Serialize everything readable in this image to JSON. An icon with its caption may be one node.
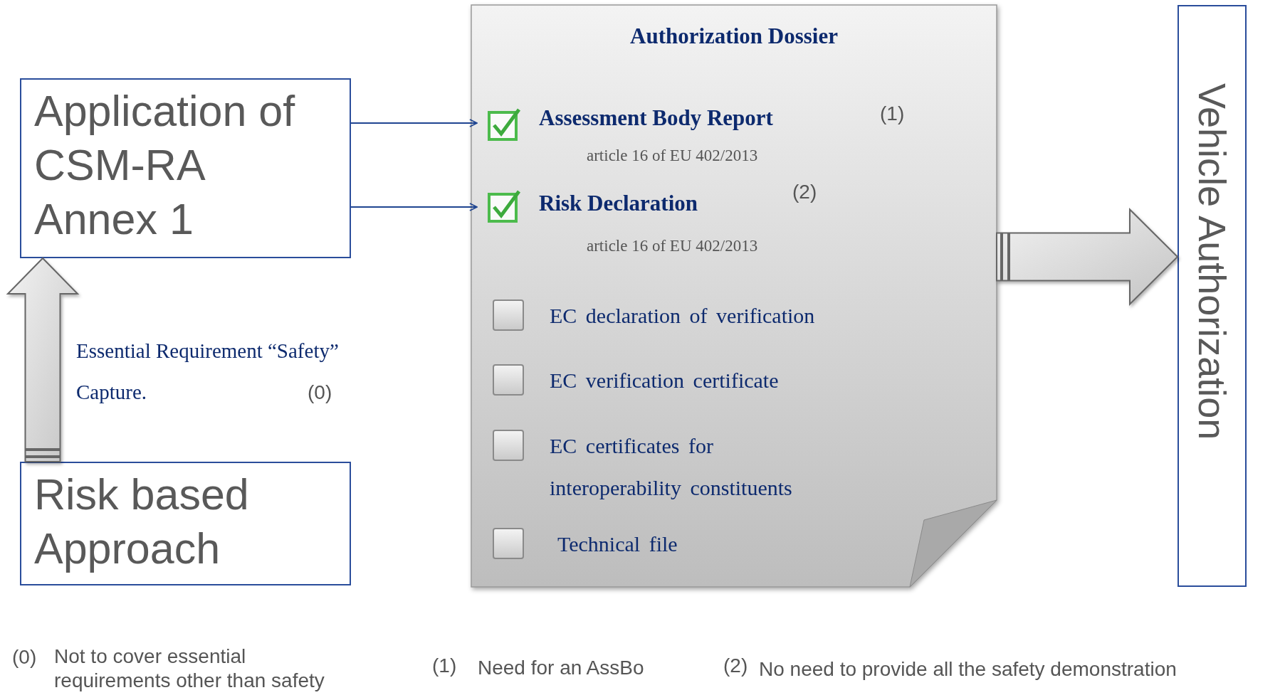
{
  "diagram": {
    "nodes": [
      {
        "text": [
          "Application of CSM-RA Annex 1"
        ]
      },
      {
        "text": [
          "Risk based Approach"
        ]
      },
      {
        "text": [
          "Authorization Dossier"
        ]
      },
      {
        "text": [
          "Assessment Body Report",
          "article 16 of EU 402/2013"
        ],
        "in": 2
      },
      {
        "text": [
          "Risk Declaration",
          "article 16 of EU 402/2013"
        ],
        "in": 2
      },
      {
        "text": [
          "EC declaration of verification"
        ],
        "in": 2
      },
      {
        "text": [
          "EC verification certificate"
        ],
        "in": 2
      },
      {
        "text": [
          "EC certificates for interoperability constituents"
        ],
        "in": 2
      },
      {
        "text": [
          "Technical file"
        ],
        "in": 2
      },
      {
        "text": [
          "Vehicle Authorization"
        ]
      }
    ],
    "edges": [
      {
        "from": 0,
        "to": 3,
        "arrow": "to"
      },
      {
        "from": 0,
        "to": 4,
        "arrow": "to"
      },
      {
        "from": 1,
        "to": 0,
        "arrow": "to",
        "style": "thick",
        "label": "Essential Requirement “Safety” Capture."
      },
      {
        "from": 2,
        "to": 9,
        "arrow": "to",
        "style": "thick"
      }
    ],
    "labels": [
      "(1)",
      "(2)",
      "(0)",
      "(0)",
      "Not to cover essential requirements other than safety",
      "(1)",
      "Need for an AssBo",
      "(2)",
      "No need to provide all the safety demonstration"
    ]
  }
}
